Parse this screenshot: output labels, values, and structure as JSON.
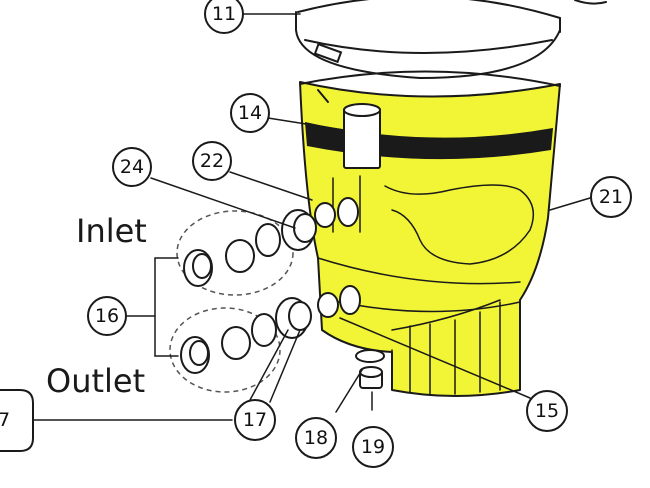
{
  "callouts": {
    "c11": "11",
    "c14": "14",
    "c24": "24",
    "c22": "22",
    "c21": "21",
    "c16": "16",
    "c17": "17",
    "c18": "18",
    "c19": "19",
    "c15": "15",
    "c7": "7"
  },
  "labels": {
    "inlet": "Inlet",
    "outlet": "Outlet"
  },
  "colors": {
    "housing": "#f2f535",
    "line": "#1a1a1a"
  }
}
